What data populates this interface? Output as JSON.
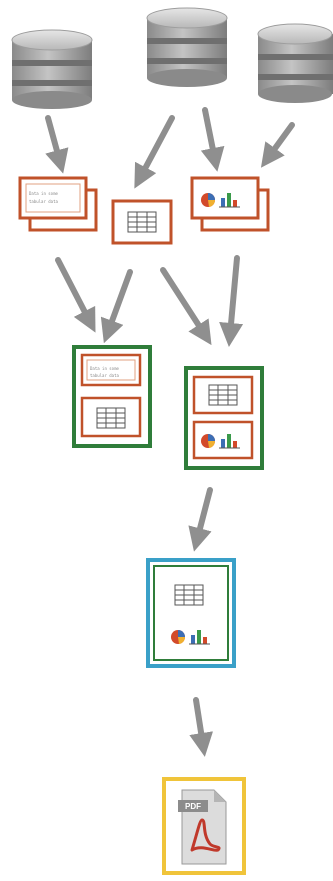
{
  "colors": {
    "arrow": "#8f8f8f",
    "report_border": "#c0522a",
    "section_border": "#2f7d3a",
    "combined_border": "#3aa0c8",
    "pdf_border": "#f0c43a",
    "database": "#9d9d9d",
    "database_band": "#6f6f6f",
    "table_grid": "#555555",
    "pie": [
      "#d24a2a",
      "#3c6eb4",
      "#f0b030"
    ],
    "bars": [
      "#3c6eb4",
      "#3a9a4a",
      "#d24a2a"
    ],
    "pdf_doc": "#dcdcdc",
    "pdf_acrobat": "#c0392b"
  },
  "icons": {
    "database": "database-icon",
    "text_report": "text-report-icon",
    "table": "table-icon",
    "chart": "chart-icon",
    "pdf": "pdf-document-icon"
  },
  "pdf": {
    "label": "PDF"
  },
  "text_snippet": {
    "line1": "Data in some",
    "line2": "tabular data"
  }
}
